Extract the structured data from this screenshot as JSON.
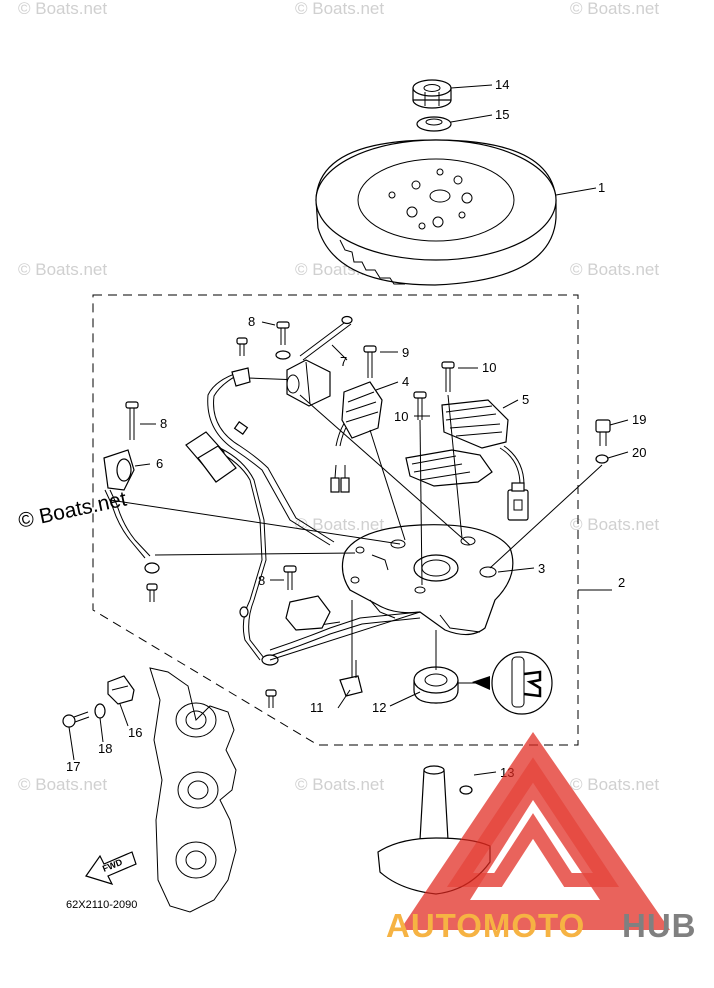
{
  "watermark": {
    "text": "© Boats.net"
  },
  "callouts": [
    {
      "id": "14",
      "label": "14"
    },
    {
      "id": "15",
      "label": "15"
    },
    {
      "id": "1",
      "label": "1"
    },
    {
      "id": "8a",
      "label": "8"
    },
    {
      "id": "7",
      "label": "7"
    },
    {
      "id": "9",
      "label": "9"
    },
    {
      "id": "4",
      "label": "4"
    },
    {
      "id": "10a",
      "label": "10"
    },
    {
      "id": "10b",
      "label": "10"
    },
    {
      "id": "5",
      "label": "5"
    },
    {
      "id": "8b",
      "label": "8"
    },
    {
      "id": "6",
      "label": "6"
    },
    {
      "id": "19",
      "label": "19"
    },
    {
      "id": "20",
      "label": "20"
    },
    {
      "id": "3",
      "label": "3"
    },
    {
      "id": "2",
      "label": "2"
    },
    {
      "id": "8c",
      "label": "8"
    },
    {
      "id": "11",
      "label": "11"
    },
    {
      "id": "12",
      "label": "12"
    },
    {
      "id": "13",
      "label": "13"
    },
    {
      "id": "16",
      "label": "16"
    },
    {
      "id": "18",
      "label": "18"
    },
    {
      "id": "17",
      "label": "17"
    }
  ],
  "fwd_label": "FWD",
  "diagram_code": "62X2110-2090",
  "brand": {
    "part1": "AUTOMOTO",
    "part2": "HUB",
    "color1": "#f5a623",
    "color2": "#6b6b6b",
    "triangle_color": "#e0281f"
  }
}
